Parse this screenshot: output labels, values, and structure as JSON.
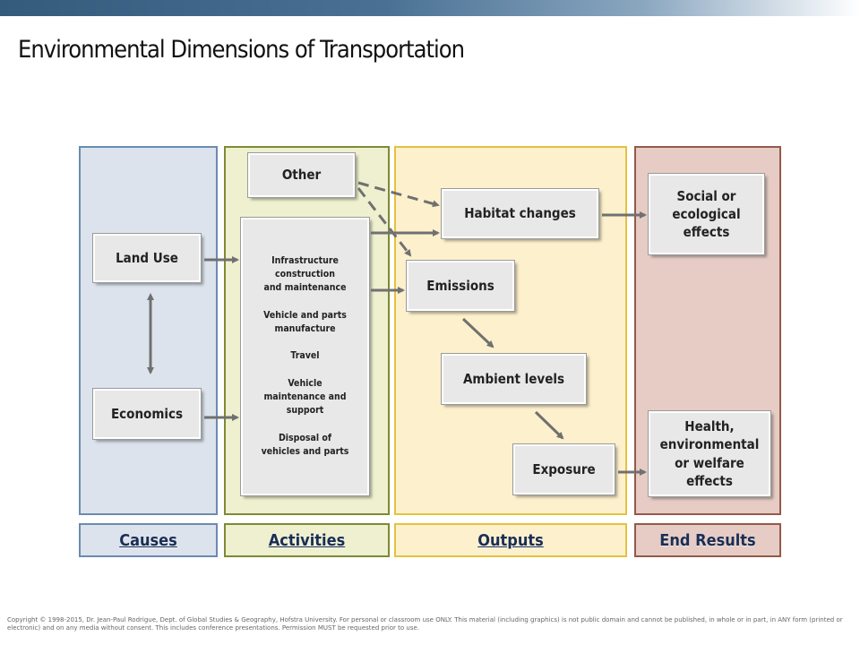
{
  "title": "Environmental Dimensions of Transportation",
  "columns": {
    "causes": "Causes",
    "activities": "Activities",
    "outputs": "Outputs",
    "end_results": "End Results"
  },
  "boxes": {
    "land_use": "Land Use",
    "economics": "Economics",
    "other": "Other",
    "activities_list": "Infrastructure\nconstruction\nand maintenance\n\nVehicle and parts\nmanufacture\n\nTravel\n\nVehicle\nmaintenance and\nsupport\n\nDisposal of\nvehicles and parts",
    "habitat_changes": "Habitat changes",
    "emissions": "Emissions",
    "ambient_levels": "Ambient levels",
    "exposure": "Exposure",
    "social_effects": "Social or\necological\neffects",
    "health_effects": "Health,\nenvironmental\nor welfare\neffects"
  },
  "colors": {
    "causes": "#dce3ec",
    "activities": "#eef0cf",
    "outputs": "#fdf0cc",
    "end_results": "#e6ccc4",
    "arrow": "#707070"
  },
  "copyright": "Copyright © 1998-2015, Dr. Jean-Paul Rodrigue, Dept. of Global Studies & Geography, Hofstra University. For personal or classroom use ONLY. This material (including graphics) is not public domain and cannot be published, in whole or in part, in ANY form (printed or electronic) and on any media without consent. This includes conference presentations. Permission MUST be requested prior to use."
}
